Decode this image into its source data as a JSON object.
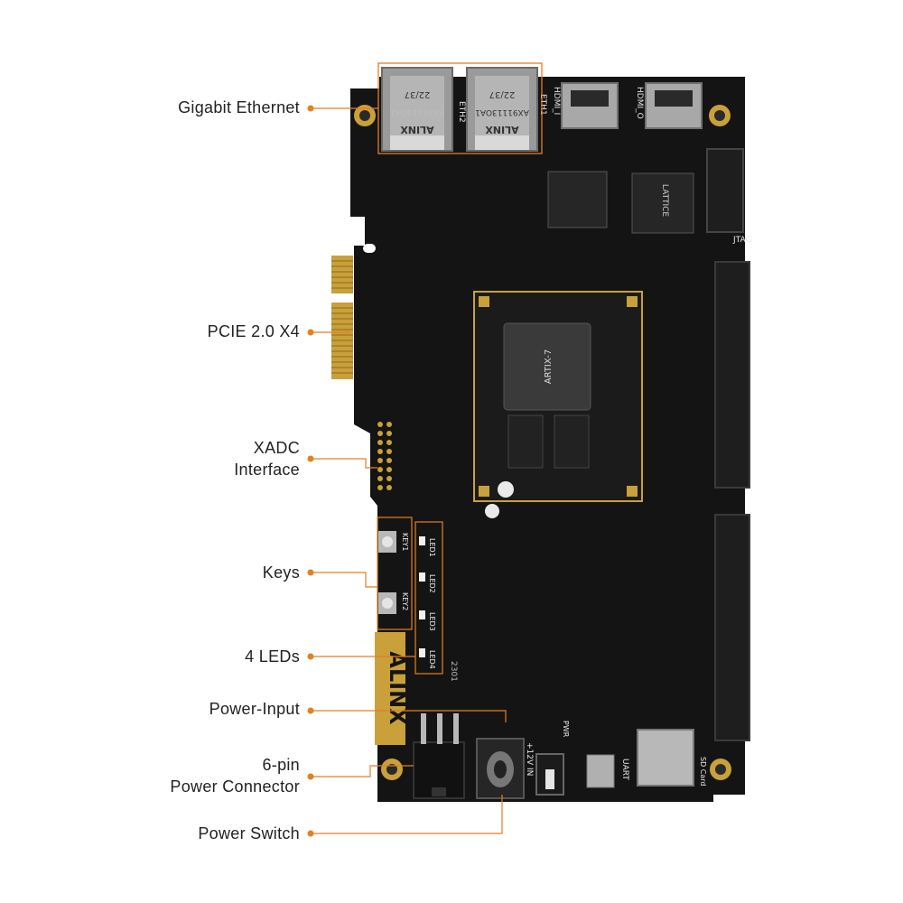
{
  "callouts": [
    {
      "id": "gigabit-ethernet",
      "lines": [
        "Gigabit Ethernet"
      ]
    },
    {
      "id": "pcie",
      "lines": [
        "PCIE 2.0 X4"
      ]
    },
    {
      "id": "xadc",
      "lines": [
        "XADC",
        "Interface"
      ]
    },
    {
      "id": "keys",
      "lines": [
        "Keys"
      ]
    },
    {
      "id": "leds",
      "lines": [
        "4 LEDs"
      ]
    },
    {
      "id": "power-input",
      "lines": [
        "Power-Input"
      ]
    },
    {
      "id": "power-connector",
      "lines": [
        "6-pin",
        "Power Connector"
      ]
    },
    {
      "id": "power-switch",
      "lines": [
        "Power Switch"
      ]
    }
  ],
  "board": {
    "brand": "ALINX",
    "eth1": "ETH1",
    "eth2": "ETH2",
    "hdmi_in": "HDMI_I",
    "hdmi_out": "HDMI_O",
    "jtag": "JTAG",
    "fpga_brand": "ARTIX-7",
    "cpld_brand": "LATTICE",
    "key1": "KEY1",
    "key2": "KEY2",
    "led1": "LED1",
    "led2": "LED2",
    "led3": "LED3",
    "led4": "LED4",
    "pwr": "PWR",
    "v12": "+12V IN",
    "uart": "UART",
    "sdcard": "SD Card",
    "rj45_code": "22/37",
    "rj45_part": "AX91113OA1",
    "board_code": "2301"
  },
  "colors": {
    "pcb": "#141414",
    "accent": "#e67e22",
    "gold": "#c9a03a",
    "silver": "#b8b8b8"
  }
}
